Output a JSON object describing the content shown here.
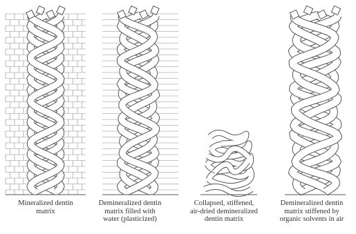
{
  "colors": {
    "ink": "#555555",
    "fiber_fill": "#ffffff",
    "brick_line": "#8a8a8a",
    "caption_text": "#333333"
  },
  "panels": [
    {
      "id": "mineralized",
      "caption_lines": [
        "Mineralized dentin",
        "matrix"
      ],
      "matrix": "mineral-bricks",
      "state": "mineralized"
    },
    {
      "id": "water",
      "caption_lines": [
        "Demineralized dentin",
        "matrix filled with",
        "water (plasticized)"
      ],
      "matrix": "water",
      "state": "plasticized"
    },
    {
      "id": "collapsed",
      "caption_lines": [
        "Collapsed, stiffened,",
        "air-dried demineralized",
        "dentin matrix"
      ],
      "matrix": "none",
      "state": "collapsed"
    },
    {
      "id": "organic",
      "caption_lines": [
        "Demineralized dentin",
        "matrix stiffened by",
        "organic solvents in air"
      ],
      "matrix": "none",
      "state": "stiffened"
    }
  ]
}
